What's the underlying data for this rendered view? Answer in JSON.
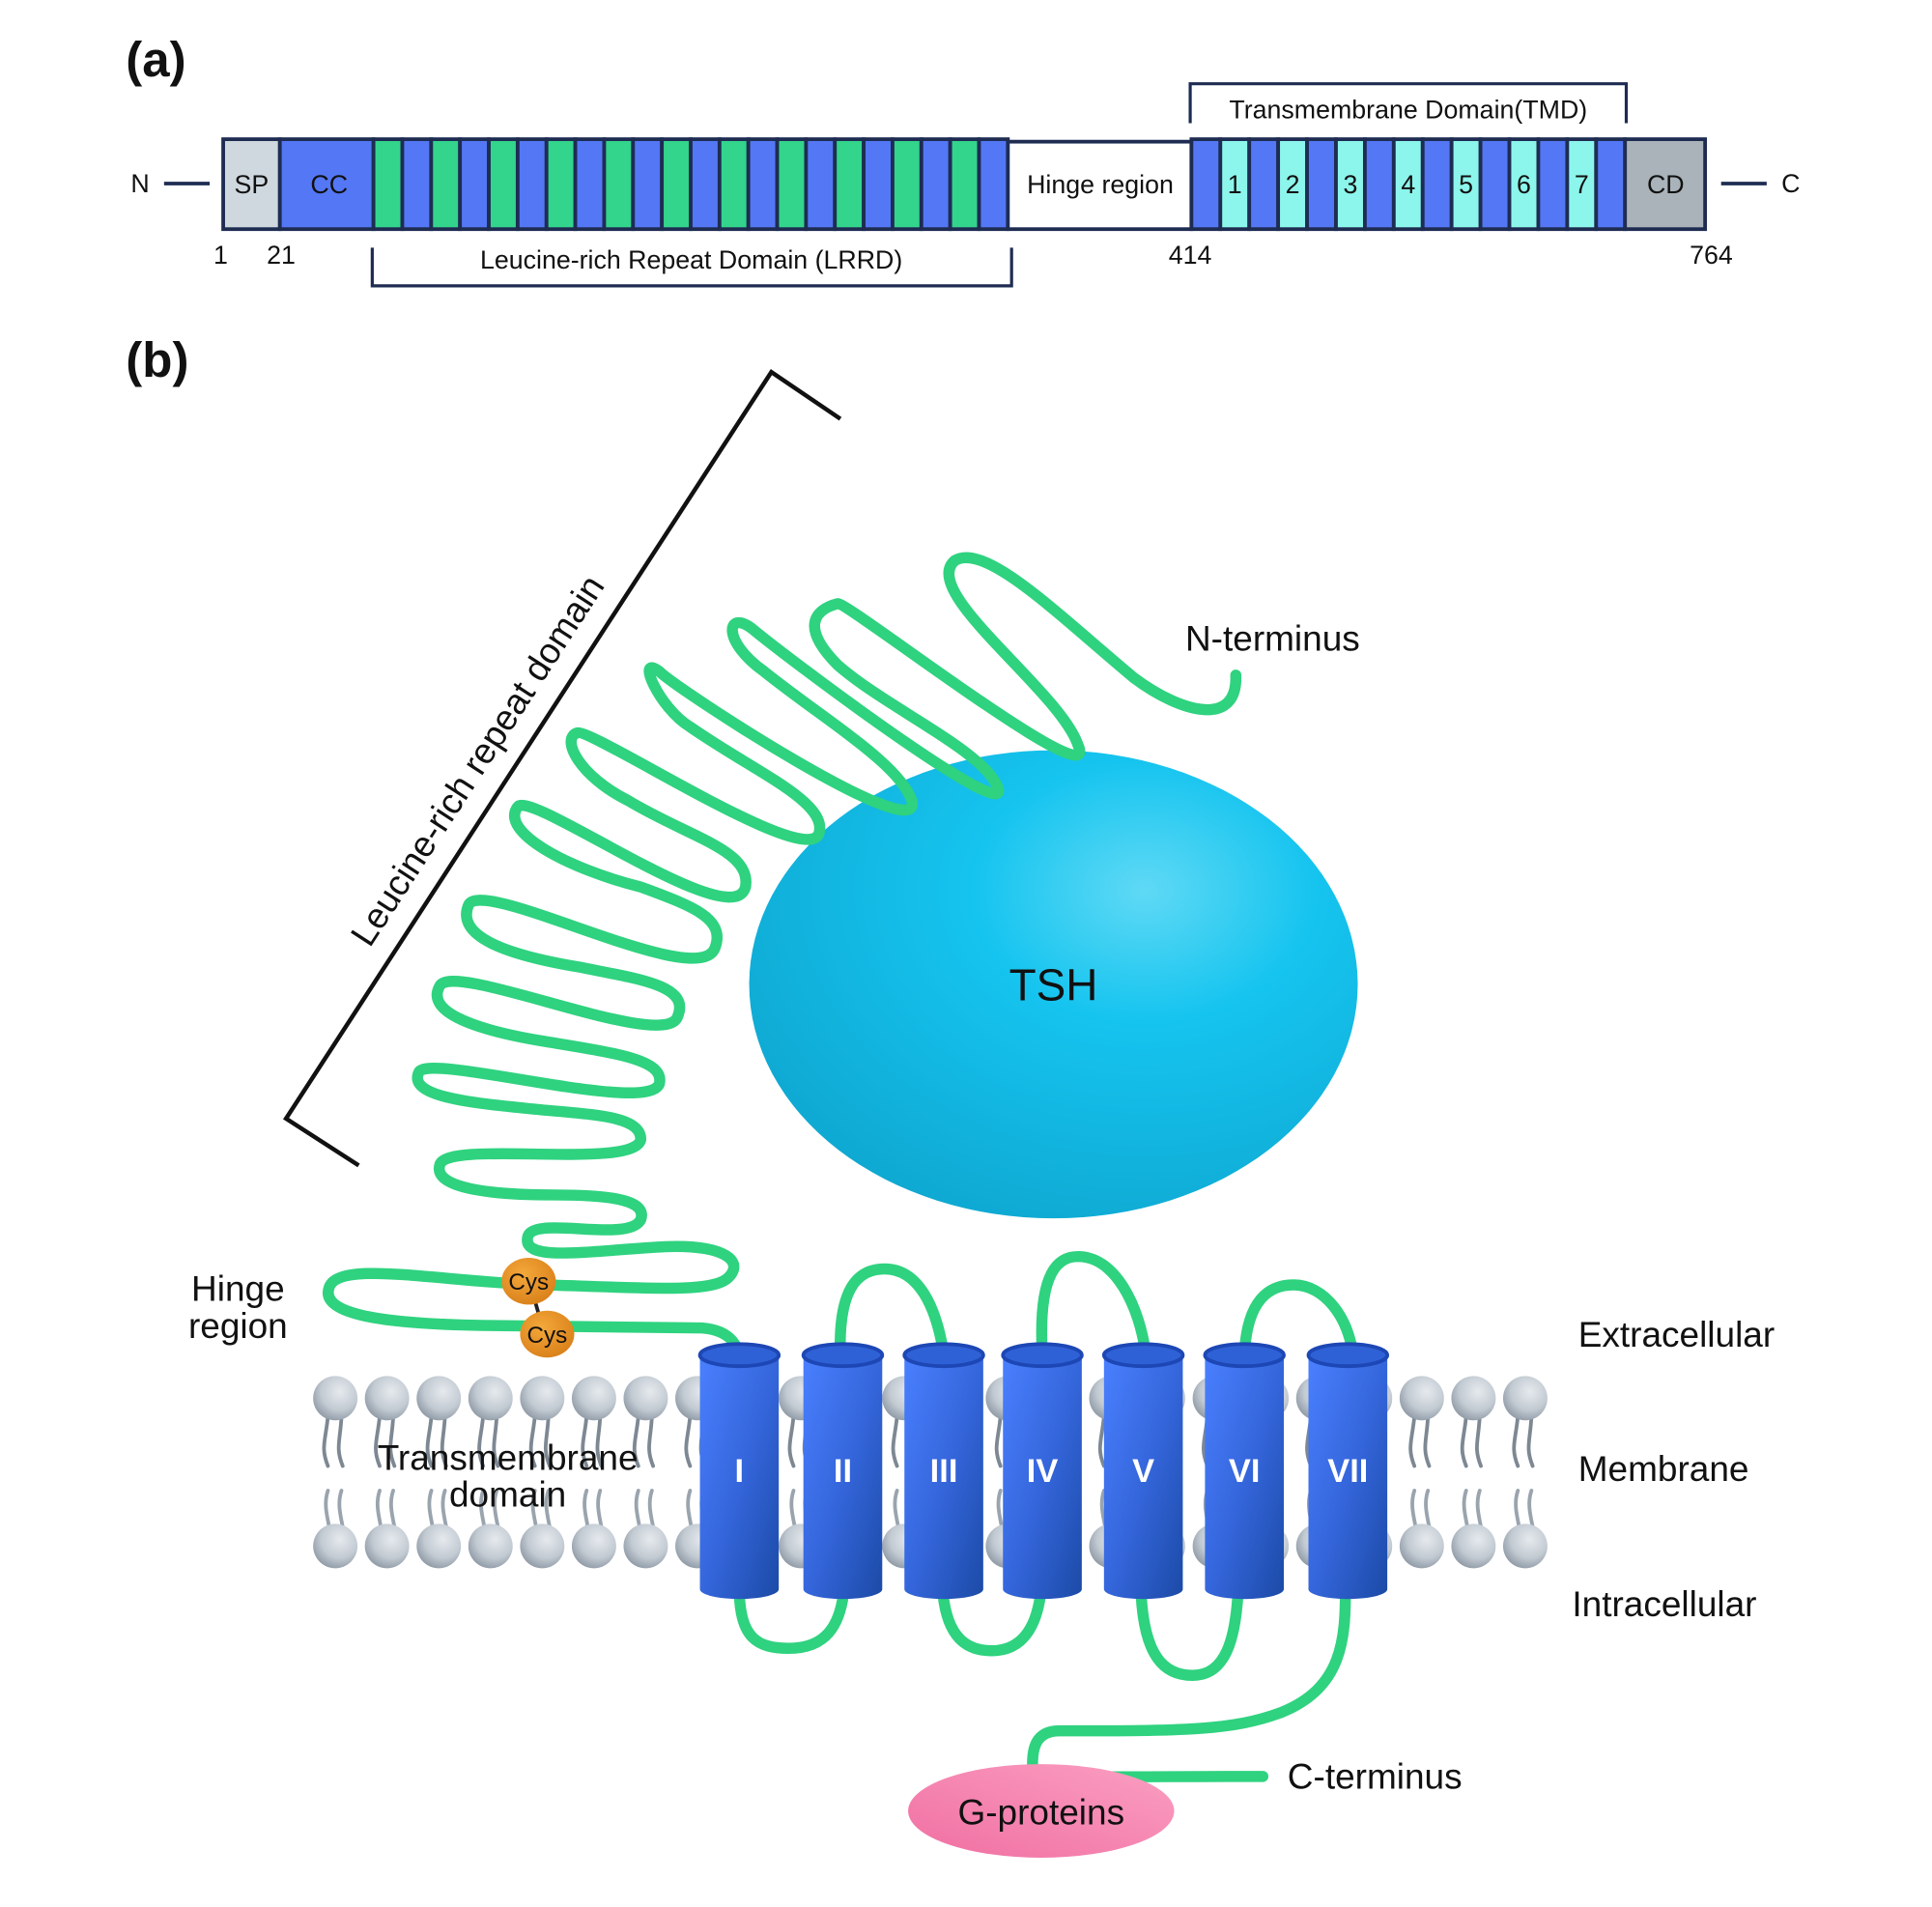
{
  "panel_a": {
    "label": "(a)",
    "n_label": "N",
    "c_label": "C",
    "segments": [
      {
        "id": "sp",
        "label": "SP",
        "color": "#cfd8de"
      },
      {
        "id": "cc",
        "label": "CC",
        "color": "#5477f5"
      },
      {
        "id": "lrr",
        "label": "",
        "count": 22,
        "colors": [
          "#33d48c",
          "#5477f5"
        ]
      },
      {
        "id": "hinge",
        "label": "Hinge region",
        "color": "#ffffff"
      },
      {
        "id": "tmd",
        "labels": [
          "1",
          "2",
          "3",
          "4",
          "5",
          "6",
          "7"
        ],
        "helix_color": "#8df6ec",
        "loop_color": "#5477f5"
      },
      {
        "id": "cd",
        "label": "CD",
        "color": "#a9b3b9"
      }
    ],
    "positions": [
      "1",
      "21",
      "414",
      "764"
    ],
    "lrrd_bracket": "Leucine-rich Repeat Domain (LRRD)",
    "tmd_bracket": "Transmembrane Domain(TMD)",
    "outline_color": "#1e2c52"
  },
  "panel_b": {
    "label": "(b)",
    "lrr_bracket_label": "Leucine-rich repeat domain",
    "n_terminus": "N-terminus",
    "ligand": "TSH",
    "hinge_label_line1": "Hinge",
    "hinge_label_line2": "region",
    "cys_labels": [
      "Cys",
      "Cys"
    ],
    "tm_label_line1": "Transmembrane",
    "tm_label_line2": "domain",
    "helices": [
      "I",
      "II",
      "III",
      "IV",
      "V",
      "VI",
      "VII"
    ],
    "extracellular": "Extracellular",
    "membrane": "Membrane",
    "intracellular": "Intracellular",
    "c_terminus": "C-terminus",
    "g_proteins": "G-proteins",
    "colors": {
      "chain": "#2fd27f",
      "tsh": "#16c0e8",
      "helix": "#3366dd",
      "cys": "#e8941f",
      "g_protein": "#f47daa",
      "lipid_head": "#c5ccd4"
    }
  }
}
